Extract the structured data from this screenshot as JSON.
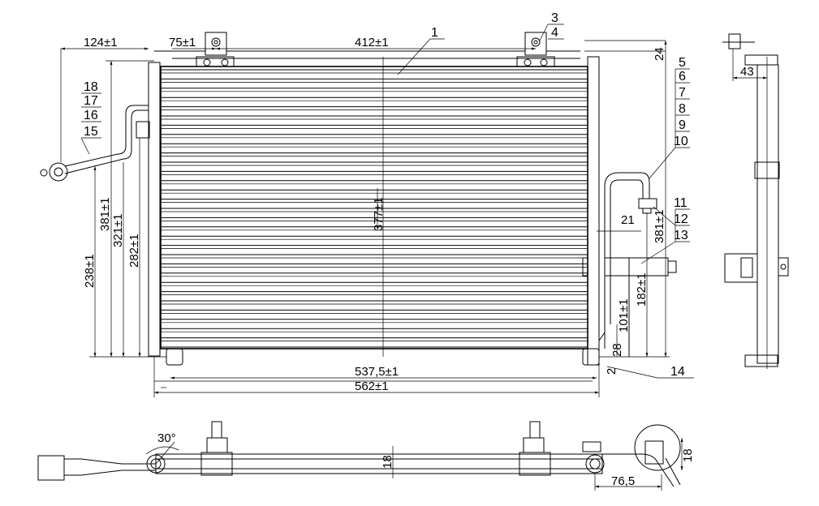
{
  "front_view": {
    "dimensions": {
      "width_left_bracket": "124±1",
      "bracket_offset": "75±1",
      "bracket_spacing": "412±1",
      "core_width": "537,5±1",
      "overall_width": "562±1",
      "height_381_left": "381±1",
      "height_321": "321±1",
      "height_282": "282±1",
      "height_238": "238±1",
      "core_mid": "377±1",
      "height_381_right": "381±1",
      "height_182": "182±1",
      "height_101": "101±1",
      "offset_28": "28",
      "offset_21": "21",
      "offset_24": "24",
      "offset_2": "2"
    },
    "callouts": [
      "1",
      "3",
      "4",
      "5",
      "6",
      "7",
      "8",
      "9",
      "10",
      "11",
      "12",
      "13",
      "14",
      "15",
      "16",
      "17",
      "18"
    ]
  },
  "side_view": {
    "dimensions": {
      "depth": "43"
    }
  },
  "bottom_view": {
    "dimensions": {
      "angle": "30°",
      "thickness": "18",
      "pipe_height": "18",
      "pipe_offset": "76,5"
    }
  }
}
